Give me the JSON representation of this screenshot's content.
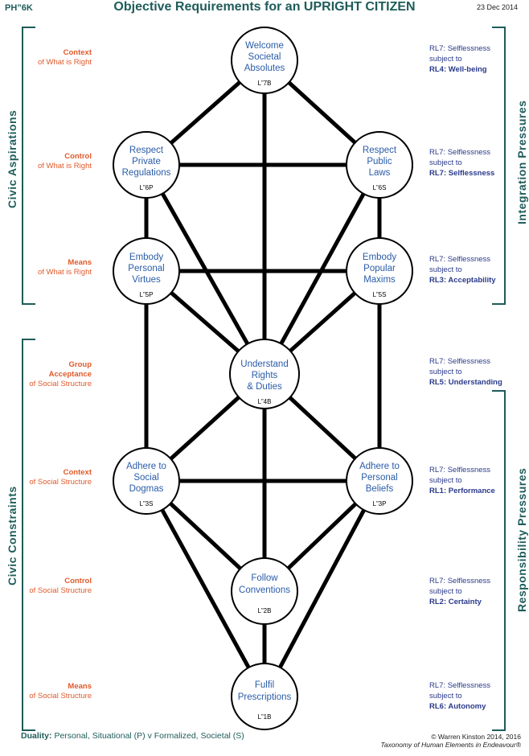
{
  "header": {
    "code": "PH”6K",
    "title": "Objective Requirements for an UPRIGHT CITIZEN",
    "date": "23 Dec 2014"
  },
  "side_labels": {
    "civic_aspirations": "Civic  Aspirations",
    "civic_constraints": "Civic  Constraints",
    "integration_pressures": "Integration  Pressures",
    "responsibility_pressures": "Responsibility  Pressures"
  },
  "left_labels": [
    {
      "line1": "Context",
      "line2": "of What is Right"
    },
    {
      "line1": "Control",
      "line2": "of What is Right"
    },
    {
      "line1": "Means",
      "line2": "of What is Right"
    },
    {
      "line1": "Group",
      "line1b": "Acceptance",
      "line2": "of Social Structure"
    },
    {
      "line1": "Context",
      "line2": "of Social Structure"
    },
    {
      "line1": "Control",
      "line2": "of Social Structure"
    },
    {
      "line1": "Means",
      "line2": "of Social Structure"
    }
  ],
  "right_labels": [
    {
      "line1": "RL7: Selflessness",
      "line2": "subject to",
      "line3": "RL4:  Well-being"
    },
    {
      "line1": "RL7:  Selflessness",
      "line2": "subject to",
      "line3": "RL7: Selflessness"
    },
    {
      "line1": "RL7: Selflessness",
      "line2": "subject to",
      "line3": "RL3:  Acceptability"
    },
    {
      "line1": "RL7: Selflessness",
      "line2": "subject to",
      "line3": "RL5:  Understanding"
    },
    {
      "line1": "RL7: Selflessness",
      "line2": "subject to",
      "line3": "RL1:  Performance"
    },
    {
      "line1": "RL7: Selflessness",
      "line2": "subject to",
      "line3": "RL2:  Certainty"
    },
    {
      "line1": "RL7: Selflessness",
      "line2": "subject to",
      "line3": "RL6:  Autonomy"
    }
  ],
  "nodes": [
    {
      "id": "L7B",
      "lines": [
        "Welcome",
        "Societal",
        "Absolutes"
      ],
      "code": "L”7B"
    },
    {
      "id": "L6P",
      "lines": [
        "Respect",
        "Private",
        "Regulations"
      ],
      "code": "L”6P"
    },
    {
      "id": "L6S",
      "lines": [
        "Respect",
        "Public",
        "Laws"
      ],
      "code": "L”6S"
    },
    {
      "id": "L5P",
      "lines": [
        "Embody",
        "Personal",
        "Virtues"
      ],
      "code": "L”5P"
    },
    {
      "id": "L5S",
      "lines": [
        "Embody",
        "Popular",
        "Maxims"
      ],
      "code": "L”5S"
    },
    {
      "id": "L4B",
      "lines": [
        "Understand",
        "Rights",
        "& Duties"
      ],
      "code": "L”4B"
    },
    {
      "id": "L3S",
      "lines": [
        "Adhere to",
        "Social",
        "Dogmas"
      ],
      "code": "L”3S"
    },
    {
      "id": "L3P",
      "lines": [
        "Adhere to",
        "Personal",
        "Beliefs"
      ],
      "code": "L”3P"
    },
    {
      "id": "L2B",
      "lines": [
        "Follow",
        "Conventions"
      ],
      "code": "L”2B"
    },
    {
      "id": "L1B",
      "lines": [
        "Fulfil",
        "Prescriptions"
      ],
      "code": "L”1B"
    }
  ],
  "footer": {
    "duality_label": "Duality:",
    "duality_text": "Personal, Situational  (P)  v  Formalized, Societal  (S)",
    "copyright": "© Warren Kinston 2014, 2016",
    "taxonomy": "Taxonomy of Human Elements in Endeavour®"
  },
  "colors": {
    "teal": "#1e5c5a",
    "orange": "#e05a2b",
    "navy": "#2a3a8a",
    "node_text": "#2a5ca8"
  }
}
